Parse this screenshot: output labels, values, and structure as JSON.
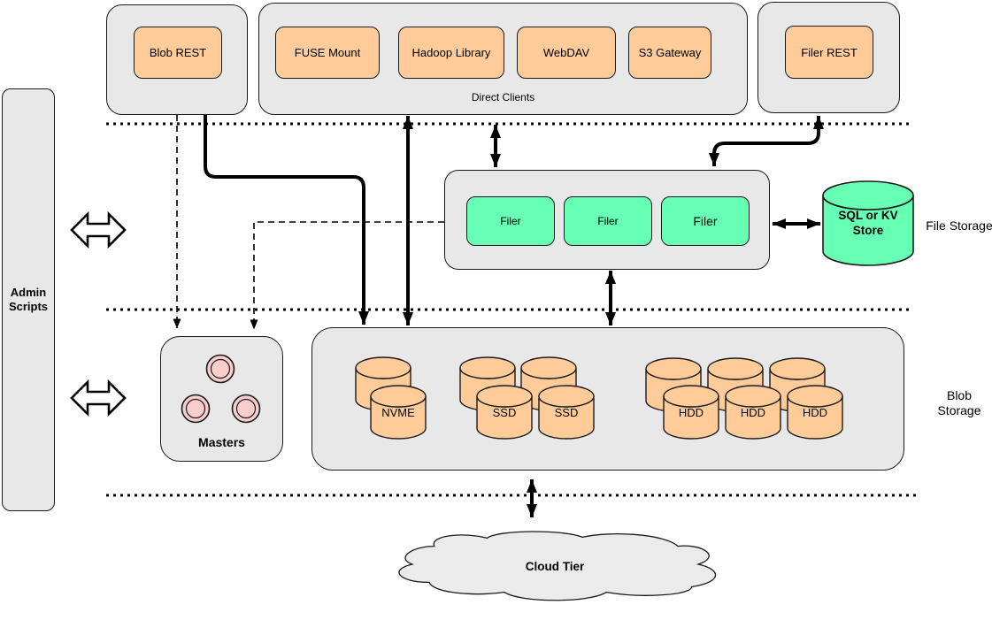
{
  "colors": {
    "container_gray": "#E8E8E8",
    "box_orange": "#FFCC99",
    "box_green": "#66FFB3",
    "circle_pink": "#F8CECC",
    "ink": "#000000"
  },
  "admin": {
    "label": "Admin Scripts"
  },
  "clients": {
    "blob_rest": "Blob REST",
    "direct_clients_label": "Direct Clients",
    "direct_clients": [
      "FUSE Mount",
      "Hadoop Library",
      "WebDAV",
      "S3 Gateway"
    ],
    "filer_rest": "Filer REST"
  },
  "file_storage": {
    "filers": [
      "Filer",
      "Filer",
      "Filer"
    ],
    "kv_store": "SQL or KV Store",
    "side_label": "File Storage"
  },
  "blob_storage": {
    "masters_label": "Masters",
    "disks": [
      "NVME",
      "SSD",
      "SSD",
      "HDD",
      "HDD",
      "HDD"
    ],
    "side_label": "Blob Storage"
  },
  "cloud": {
    "label": "Cloud Tier"
  }
}
